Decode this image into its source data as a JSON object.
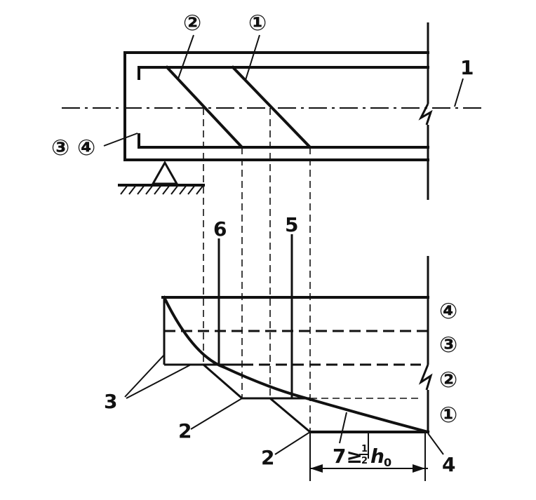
{
  "labels": {
    "bar_2_top": "②",
    "bar_1_top": "①",
    "callout_1": "1",
    "bars_3_4": "③ ④",
    "callout_6": "6",
    "callout_5": "5",
    "row_4": "④",
    "row_3": "③",
    "row_2": "②",
    "row_1": "①",
    "callout_3": "3",
    "callout_2a": "2",
    "callout_2b": "2",
    "callout_4": "4",
    "callout_7_prefix": "7≥",
    "frac_num": "1",
    "frac_den": "2",
    "h0_main": "h",
    "h0_sub": "0"
  }
}
